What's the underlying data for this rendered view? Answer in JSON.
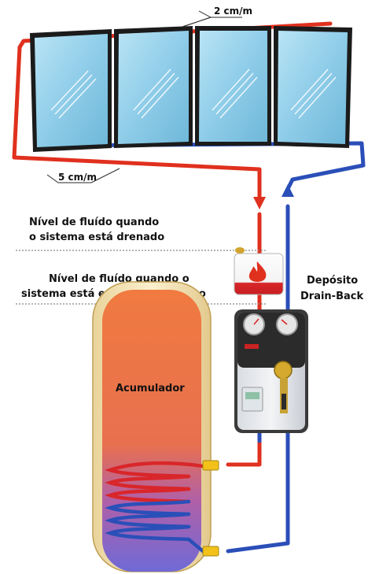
{
  "labels": {
    "slope_top": "2 cm/m",
    "slope_bottom": "5 cm/m",
    "drained_line1": "Nível de fluído quando",
    "drained_line2": "o sistema está drenado",
    "operating_line1": "Nível de fluído quando o",
    "operating_line2": "sistema está em funcionamento",
    "drainback_line1": "Depósito",
    "drainback_line2": "Drain-Back",
    "tank": "Acumulador"
  },
  "colors": {
    "hot_pipe": "#e0301e",
    "cold_pipe": "#2b4fb8",
    "panel_glass": "#9fd6ee",
    "panel_frame": "#1b1b1b",
    "tank_top": "#f07a40",
    "tank_bottom": "#7a6ad8",
    "tank_shell": "#f4e3b5",
    "fitting": "#f2c21b"
  },
  "panels": [
    {
      "name": "collector-panel-1"
    },
    {
      "name": "collector-panel-2"
    },
    {
      "name": "collector-panel-3"
    },
    {
      "name": "collector-panel-4"
    }
  ]
}
